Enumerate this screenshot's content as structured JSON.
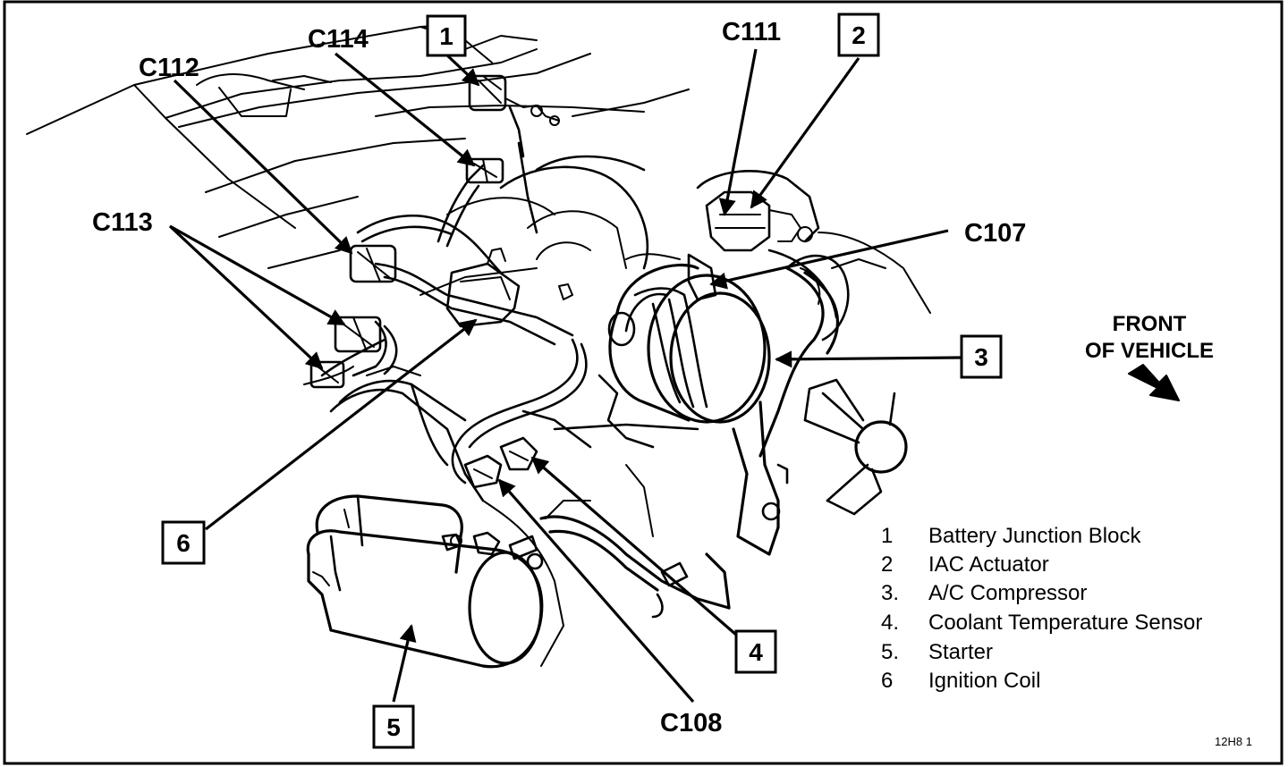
{
  "figure_id": "12H8 1",
  "orientation": {
    "line1": "FRONT",
    "line2": "OF VEHICLE",
    "arrow_icon": "diagonal-arrow-icon"
  },
  "connectors": {
    "c107": "C107",
    "c108": "C108",
    "c111": "C111",
    "c112": "C112",
    "c113": "C113",
    "c114": "C114"
  },
  "component_callouts": {
    "n1": "1",
    "n2": "2",
    "n3": "3",
    "n4": "4",
    "n5": "5",
    "n6": "6"
  },
  "legend": [
    {
      "num": "1",
      "label": "Battery Junction Block"
    },
    {
      "num": "2",
      "label": "IAC Actuator"
    },
    {
      "num": "3.",
      "label": "A/C Compressor"
    },
    {
      "num": "4.",
      "label": "Coolant Temperature Sensor"
    },
    {
      "num": "5.",
      "label": "Starter"
    },
    {
      "num": "6",
      "label": "Ignition Coil"
    }
  ]
}
